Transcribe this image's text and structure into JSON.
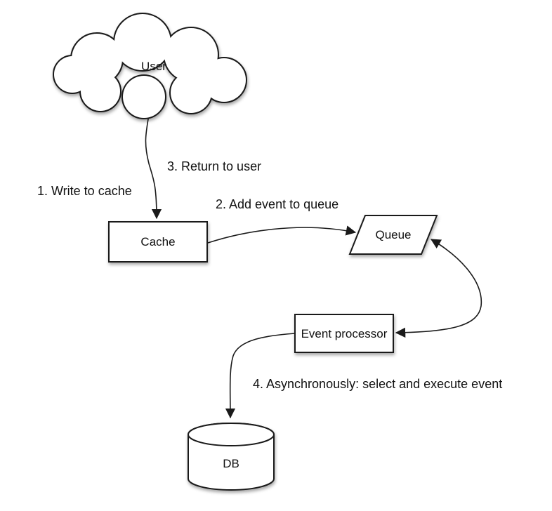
{
  "diagram": {
    "background_color": "#ffffff",
    "stroke_color": "#1a1a1a",
    "shape_fill_color": "#ffffff",
    "text_color": "#111111",
    "nodes": {
      "user": {
        "label": "User",
        "shape": "cloud"
      },
      "cache": {
        "label": "Cache",
        "shape": "rectangle"
      },
      "queue": {
        "label": "Queue",
        "shape": "parallelogram"
      },
      "event_processor": {
        "label": "Event processor",
        "shape": "rectangle"
      },
      "db": {
        "label": "DB",
        "shape": "cylinder"
      }
    },
    "edge_labels": {
      "step1": "1. Write to cache",
      "step2": "2. Add event to queue",
      "step3": "3. Return to user",
      "step4": "4. Asynchronously: select and execute event"
    },
    "edges": [
      {
        "from": "user",
        "to": "cache",
        "arrows": "end"
      },
      {
        "from": "cache",
        "to": "queue",
        "arrows": "end"
      },
      {
        "from": "queue",
        "to": "event_processor",
        "arrows": "both"
      },
      {
        "from": "event_processor",
        "to": "db",
        "arrows": "end"
      }
    ]
  }
}
